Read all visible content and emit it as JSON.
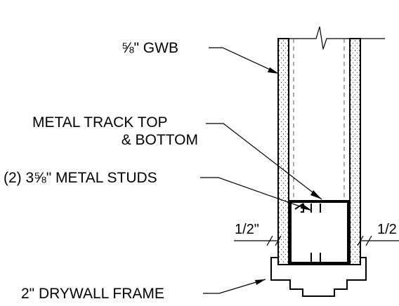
{
  "labels": {
    "gwb": "⅝\" GWB",
    "track_line1": "METAL TRACK TOP",
    "track_line2": "& BOTTOM",
    "studs": "(2) 3⅝\" METAL STUDS",
    "frame": "2\" DRYWALL FRAME"
  },
  "dimensions": {
    "left_gap": "1/2\"",
    "right_gap": "1/2"
  }
}
